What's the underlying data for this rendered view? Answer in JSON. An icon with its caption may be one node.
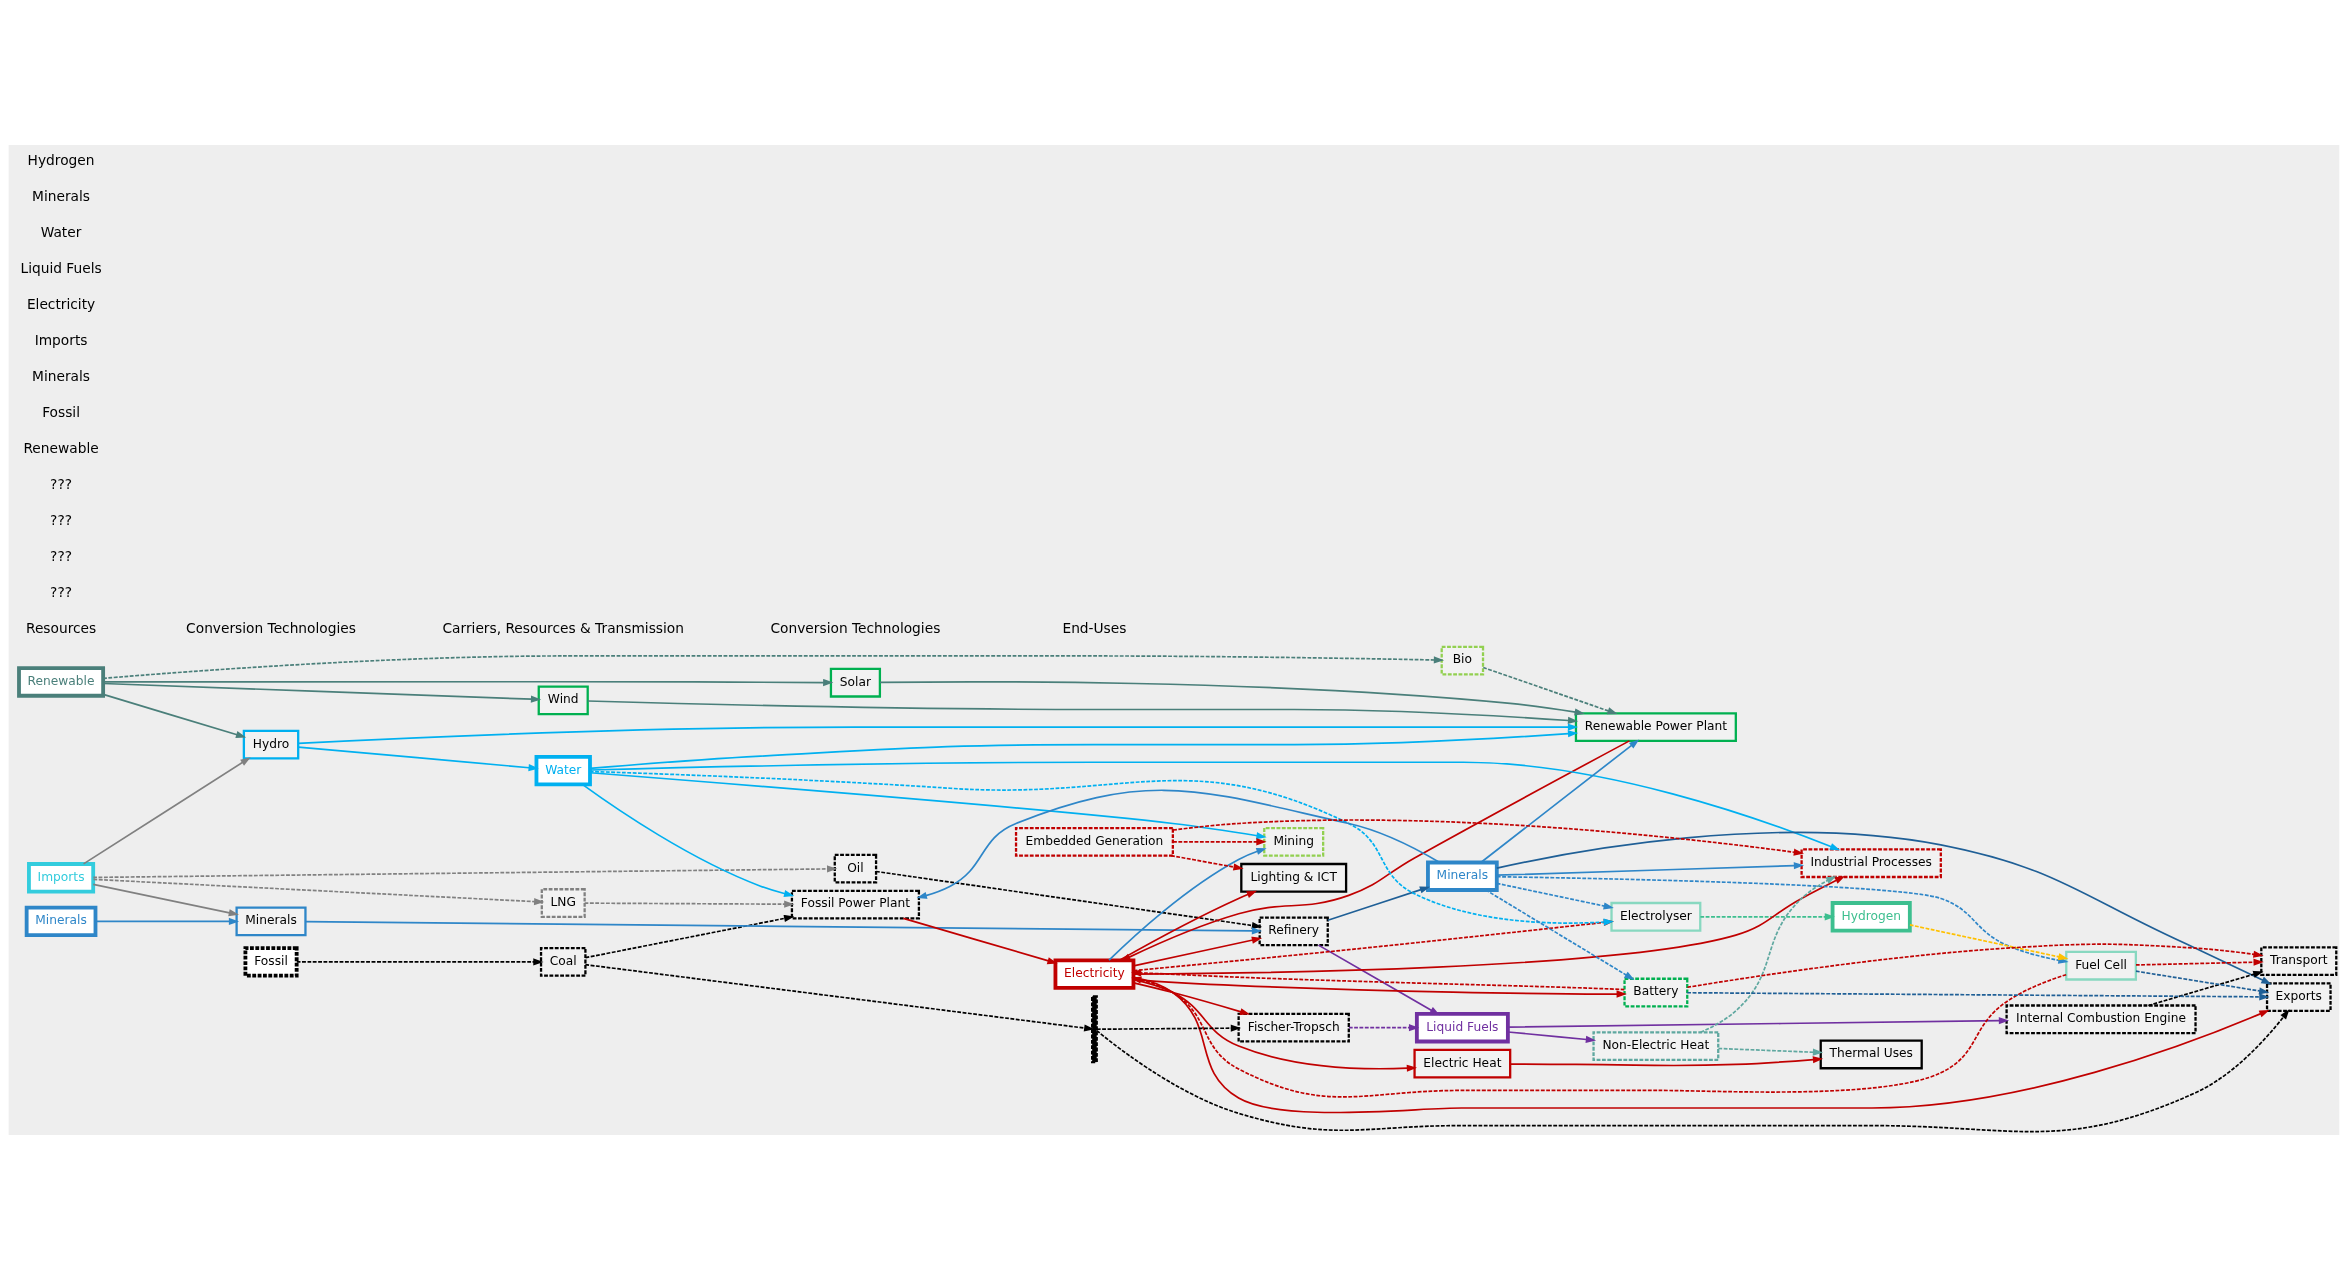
{
  "diagram": {
    "nodes": [
      {
        "text": [
          "Fossil"
        ]
      },
      {
        "text": [
          "Renewable"
        ]
      },
      {
        "text": [
          "Minerals"
        ]
      },
      {
        "text": [
          "Imports"
        ]
      },
      {
        "text": [
          "Coal"
        ]
      },
      {
        "text": [
          "Solar"
        ]
      },
      {
        "text": [
          "Wind"
        ]
      },
      {
        "text": [
          "Hydro"
        ]
      },
      {
        "text": [
          "Bio"
        ]
      },
      {
        "text": [
          "LNG"
        ]
      },
      {
        "text": [
          "Oil"
        ]
      },
      {
        "text": [
          "Minerals"
        ]
      },
      {
        "text": [
          "Fossil Power Plant"
        ]
      },
      {
        "text": [
          "Renewable Power Plant"
        ]
      },
      {
        "text": [
          "Fischer-Tropsch"
        ]
      },
      {
        "text": [
          "Electrolyser"
        ]
      },
      {
        "text": [
          "Refinery"
        ]
      },
      {
        "text": [
          "Electricity"
        ]
      },
      {
        "text": [
          "Liquid Fuels"
        ]
      },
      {
        "text": [
          "Water"
        ]
      },
      {
        "text": [
          "Minerals"
        ]
      },
      {
        "text": [
          "Hydrogen"
        ]
      },
      {
        "text": [
          "Electric Heat"
        ]
      },
      {
        "text": [
          "Non-Electric Heat"
        ]
      },
      {
        "text": [
          "Embedded Generation"
        ]
      },
      {
        "text": [
          "Internal Combustion Engine"
        ]
      },
      {
        "text": [
          "Fuel Cell"
        ]
      },
      {
        "text": [
          "Battery"
        ]
      },
      {
        "text": [
          "Lighting & ICT"
        ]
      },
      {
        "text": [
          "Thermal Uses"
        ]
      },
      {
        "text": [
          "Industrial Processes"
        ]
      },
      {
        "text": [
          "Mining"
        ]
      },
      {
        "text": [
          "Transport"
        ]
      },
      {
        "text": [
          "Exports"
        ]
      },
      {
        "text": [],
        "shape": "bar"
      }
    ],
    "edges": [
      {
        "from": 0,
        "to": 4,
        "arrow": "to",
        "style": "dashed",
        "color": "#000000"
      },
      {
        "from": 4,
        "to": 12,
        "arrow": "to",
        "style": "dashed",
        "color": "#000000"
      },
      {
        "from": 4,
        "to": 34,
        "arrow": "to",
        "style": "dashed",
        "color": "#000000"
      },
      {
        "from": 34,
        "to": 14,
        "arrow": "to",
        "style": "dashed",
        "color": "#000000"
      },
      {
        "from": 34,
        "to": 33,
        "arrow": "to",
        "style": "dashed",
        "color": "#000000"
      },
      {
        "from": 1,
        "to": 5,
        "arrow": "to",
        "color": "#4a7f7a"
      },
      {
        "from": 1,
        "to": 6,
        "arrow": "to",
        "color": "#4a7f7a"
      },
      {
        "from": 1,
        "to": 7,
        "arrow": "to",
        "color": "#4a7f7a"
      },
      {
        "from": 1,
        "to": 8,
        "arrow": "to",
        "style": "dashed",
        "color": "#4a7f7a"
      },
      {
        "from": 3,
        "to": 7,
        "arrow": "to",
        "color": "#808080"
      },
      {
        "from": 3,
        "to": 9,
        "arrow": "to",
        "style": "dashed",
        "color": "#808080"
      },
      {
        "from": 3,
        "to": 10,
        "arrow": "to",
        "style": "dashed",
        "color": "#808080"
      },
      {
        "from": 3,
        "to": 11,
        "arrow": "to",
        "color": "#808080"
      },
      {
        "from": 2,
        "to": 11,
        "arrow": "to",
        "color": "#2e86c8"
      },
      {
        "from": 5,
        "to": 13,
        "arrow": "to",
        "color": "#4a7f7a"
      },
      {
        "from": 6,
        "to": 13,
        "arrow": "to",
        "color": "#4a7f7a"
      },
      {
        "from": 8,
        "to": 13,
        "arrow": "to",
        "style": "dashed",
        "color": "#4a7f7a"
      },
      {
        "from": 9,
        "to": 12,
        "arrow": "to",
        "style": "dashed",
        "color": "#808080"
      },
      {
        "from": 7,
        "to": 19,
        "arrow": "to",
        "color": "#00b0f0"
      },
      {
        "from": 7,
        "to": 13,
        "arrow": "to",
        "color": "#00b0f0"
      },
      {
        "from": 10,
        "to": 16,
        "arrow": "to",
        "style": "dashed",
        "color": "#000000"
      },
      {
        "from": 11,
        "to": 16,
        "arrow": "to",
        "color": "#2e86c8"
      },
      {
        "from": 19,
        "to": 12,
        "arrow": "to",
        "color": "#00b0f0"
      },
      {
        "from": 20,
        "to": 12,
        "arrow": "to",
        "color": "#2e86c8"
      },
      {
        "from": 12,
        "to": 17,
        "arrow": "to",
        "color": "#c00000"
      },
      {
        "from": 19,
        "to": 13,
        "arrow": "to",
        "color": "#00b0f0"
      },
      {
        "from": 20,
        "to": 13,
        "arrow": "to",
        "color": "#2e86c8"
      },
      {
        "from": 13,
        "to": 17,
        "arrow": "to",
        "color": "#c00000"
      },
      {
        "from": 17,
        "to": 28,
        "arrow": "to",
        "color": "#c00000"
      },
      {
        "from": 17,
        "to": 22,
        "arrow": "to",
        "color": "#c00000"
      },
      {
        "from": 22,
        "to": 29,
        "arrow": "to",
        "color": "#c00000"
      },
      {
        "from": 18,
        "to": 23,
        "arrow": "to",
        "color": "#7030a0"
      },
      {
        "from": 23,
        "to": 29,
        "arrow": "to",
        "style": "dashed",
        "color": "#5fa8a0"
      },
      {
        "from": 23,
        "to": 30,
        "arrow": "to",
        "style": "dashed",
        "color": "#5fa8a0"
      },
      {
        "from": 17,
        "to": 30,
        "arrow": "to",
        "color": "#c00000"
      },
      {
        "from": 20,
        "to": 30,
        "arrow": "to",
        "color": "#2e86c8"
      },
      {
        "from": 19,
        "to": 30,
        "arrow": "to",
        "color": "#00b0f0"
      },
      {
        "from": 24,
        "to": 28,
        "arrow": "to",
        "style": "dashed",
        "color": "#c00000"
      },
      {
        "from": 24,
        "to": 30,
        "arrow": "to",
        "style": "dashed",
        "color": "#c00000"
      },
      {
        "from": 24,
        "to": 31,
        "arrow": "to",
        "style": "dashed",
        "color": "#c00000"
      },
      {
        "from": 19,
        "to": 31,
        "arrow": "to",
        "color": "#00b0f0"
      },
      {
        "from": 17,
        "to": 31,
        "arrow": "to",
        "color": "#2e86c8"
      },
      {
        "from": 14,
        "to": 18,
        "arrow": "to",
        "style": "dashed",
        "color": "#7030a0"
      },
      {
        "from": 17,
        "to": 14,
        "arrow": "to",
        "color": "#c00000"
      },
      {
        "from": 18,
        "to": 25,
        "arrow": "to",
        "color": "#7030a0"
      },
      {
        "from": 25,
        "to": 32,
        "arrow": "to",
        "style": "dashed",
        "color": "#000000"
      },
      {
        "from": 17,
        "to": 15,
        "arrow": "to",
        "style": "dashed",
        "color": "#c00000"
      },
      {
        "from": 19,
        "to": 15,
        "arrow": "to",
        "style": "dashed",
        "color": "#00b0f0"
      },
      {
        "from": 20,
        "to": 15,
        "arrow": "to",
        "style": "dashed",
        "color": "#2e86c8"
      },
      {
        "from": 15,
        "to": 21,
        "arrow": "to",
        "style": "dashed",
        "color": "#3dbf8f"
      },
      {
        "from": 21,
        "to": 26,
        "arrow": "to",
        "style": "dashed",
        "color": "#ffc000"
      },
      {
        "from": 20,
        "to": 26,
        "arrow": "to",
        "style": "dashed",
        "color": "#2e86c8"
      },
      {
        "from": 26,
        "to": 17,
        "arrow": "to",
        "style": "dashed",
        "color": "#c00000"
      },
      {
        "from": 26,
        "to": 32,
        "arrow": "to",
        "style": "dashed",
        "color": "#c00000"
      },
      {
        "from": 26,
        "to": 33,
        "arrow": "to",
        "style": "dashed",
        "color": "#1f5f96"
      },
      {
        "from": 20,
        "to": 27,
        "arrow": "to",
        "style": "dashed",
        "color": "#2e86c8"
      },
      {
        "from": 17,
        "to": 27,
        "arrow": "to",
        "color": "#c00000"
      },
      {
        "from": 27,
        "to": 17,
        "arrow": "to",
        "style": "dashed",
        "color": "#c00000"
      },
      {
        "from": 27,
        "to": 32,
        "arrow": "to",
        "style": "dashed",
        "color": "#c00000"
      },
      {
        "from": 27,
        "to": 33,
        "arrow": "to",
        "style": "dashed",
        "color": "#1f5f96"
      },
      {
        "from": 17,
        "to": 33,
        "arrow": "to",
        "color": "#c00000"
      },
      {
        "from": 16,
        "to": 18,
        "arrow": "to",
        "color": "#7030a0"
      },
      {
        "from": 16,
        "to": 20,
        "arrow": "to",
        "color": "#1f5f96"
      },
      {
        "from": 20,
        "to": 33,
        "arrow": "to",
        "color": "#1f5f96"
      },
      {
        "from": 17,
        "to": 16,
        "arrow": "to",
        "color": "#c00000"
      }
    ],
    "labels": [
      "Resources",
      "Conversion Technologies",
      "Carriers, Resources & Transmission",
      "Conversion Technologies",
      "End-Uses",
      "???",
      "???",
      "???",
      "???",
      "Renewable",
      "Fossil",
      "Minerals",
      "Imports",
      "Electricity",
      "Liquid Fuels",
      "Water",
      "Minerals",
      "Hydrogen"
    ]
  }
}
